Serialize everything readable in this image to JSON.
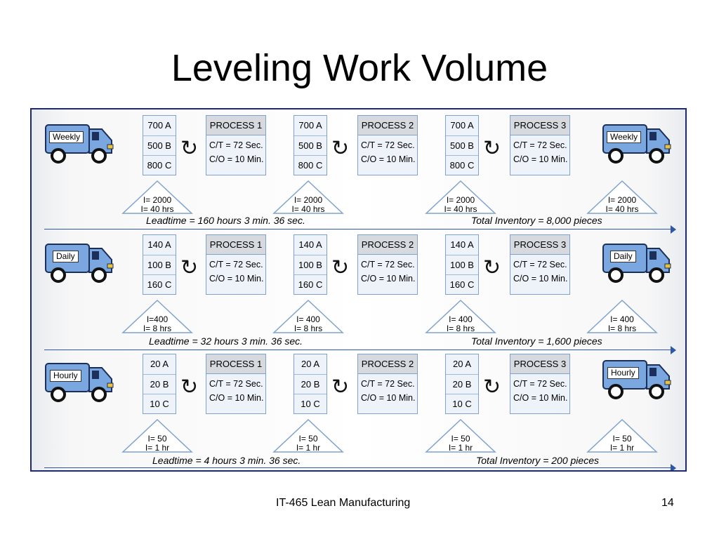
{
  "title": "Leveling Work Volume",
  "footer": {
    "course": "IT-465 Lean Manufacturing",
    "page": "14"
  },
  "process_names": [
    "PROCESS 1",
    "PROCESS 2",
    "PROCESS 3"
  ],
  "rows": [
    {
      "shipping": "Weekly",
      "quantities": [
        "700 A",
        "500 B",
        "800 C"
      ],
      "inventory": [
        [
          "I= 2000",
          "I= 40 hrs"
        ],
        [
          "I= 2000",
          "I= 40 hrs"
        ],
        [
          "I= 2000",
          "I= 40 hrs"
        ],
        [
          "I= 2000",
          "I= 40 hrs"
        ]
      ],
      "process_info": [
        "C/T = 72 Sec.",
        "C/O = 10 Min."
      ],
      "leadtime": "Leadtime = 160 hours 3 min. 36 sec.",
      "total_inventory": "Total Inventory = 8,000 pieces"
    },
    {
      "shipping": "Daily",
      "quantities": [
        "140 A",
        "100 B",
        "160 C"
      ],
      "inventory": [
        [
          "I=400",
          "I= 8 hrs"
        ],
        [
          "I= 400",
          "I= 8 hrs"
        ],
        [
          "I= 400",
          "I= 8 hrs"
        ],
        [
          "I= 400",
          "I= 8 hrs"
        ]
      ],
      "process_info": [
        "C/T = 72 Sec.",
        "C/O = 10 Min."
      ],
      "leadtime": "Leadtime = 32 hours 3 min. 36 sec.",
      "total_inventory": "Total Inventory = 1,600 pieces"
    },
    {
      "shipping": "Hourly",
      "quantities": [
        "20 A",
        "20 B",
        "10 C"
      ],
      "inventory": [
        [
          "I= 50",
          "I= 1 hr"
        ],
        [
          "I= 50",
          "I= 1 hr"
        ],
        [
          "I= 50",
          "I= 1 hr"
        ],
        [
          "I= 50",
          "I= 1 hr"
        ]
      ],
      "process_info": [
        "C/T = 72 Sec.",
        "C/O = 10 Min."
      ],
      "leadtime": "Leadtime = 4 hours 3 min. 36 sec.",
      "total_inventory": "Total Inventory = 200 pieces"
    }
  ],
  "colors": {
    "truck_body": "#7aa7e0",
    "box_border": "#7fa3cc",
    "process_header": "#d6d9de",
    "flow_line": "#2f56a8",
    "frame_border": "#1f2a6e"
  },
  "icons": {
    "truck": "delivery-truck-icon",
    "cycle": "clockwise-cycle-icon",
    "inventory": "inventory-triangle-icon",
    "arrow": "arrowhead-right-icon"
  }
}
